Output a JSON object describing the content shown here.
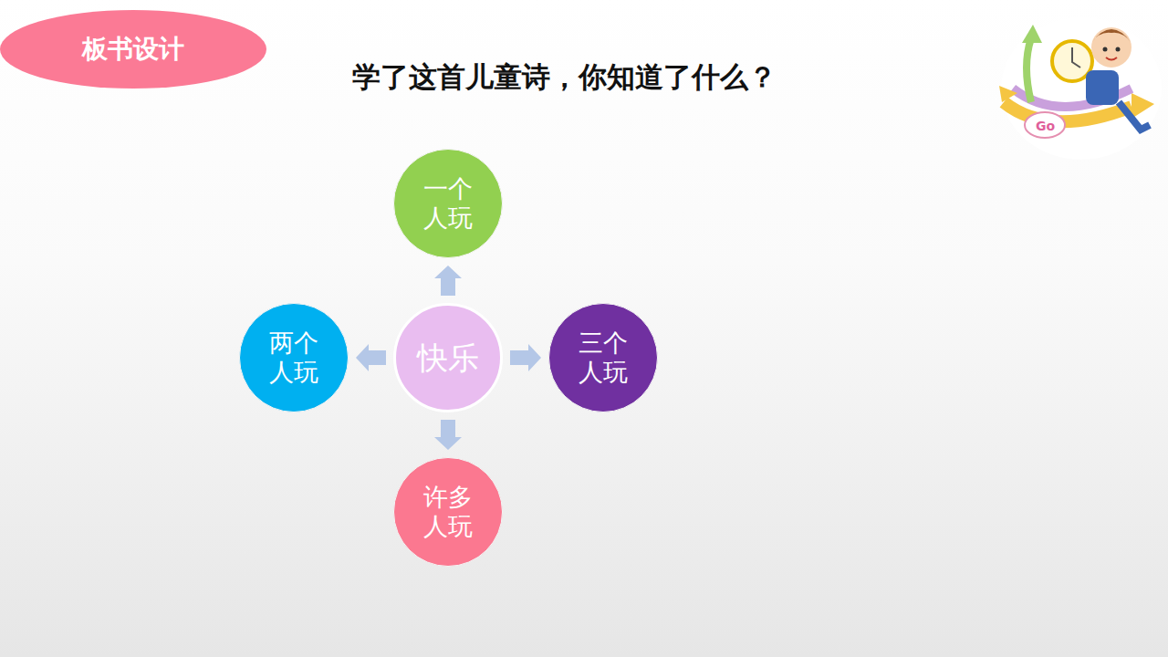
{
  "diagram": {
    "title": "学了这首儿童诗，你知道了什么？",
    "nodes": [
      {
        "text": [
          "板书设计"
        ]
      },
      {
        "text": [
          "快乐"
        ]
      },
      {
        "text": [
          "一个 人玩"
        ]
      },
      {
        "text": [
          "两个 人玩"
        ]
      },
      {
        "text": [
          "三个 人玩"
        ]
      },
      {
        "text": [
          "许多 人玩"
        ]
      }
    ],
    "edges": [
      {
        "from": 1,
        "to": 2,
        "arrow": "to"
      },
      {
        "from": 1,
        "to": 3,
        "arrow": "to"
      },
      {
        "from": 1,
        "to": 4,
        "arrow": "to"
      },
      {
        "from": 1,
        "to": 5,
        "arrow": "to"
      }
    ]
  }
}
